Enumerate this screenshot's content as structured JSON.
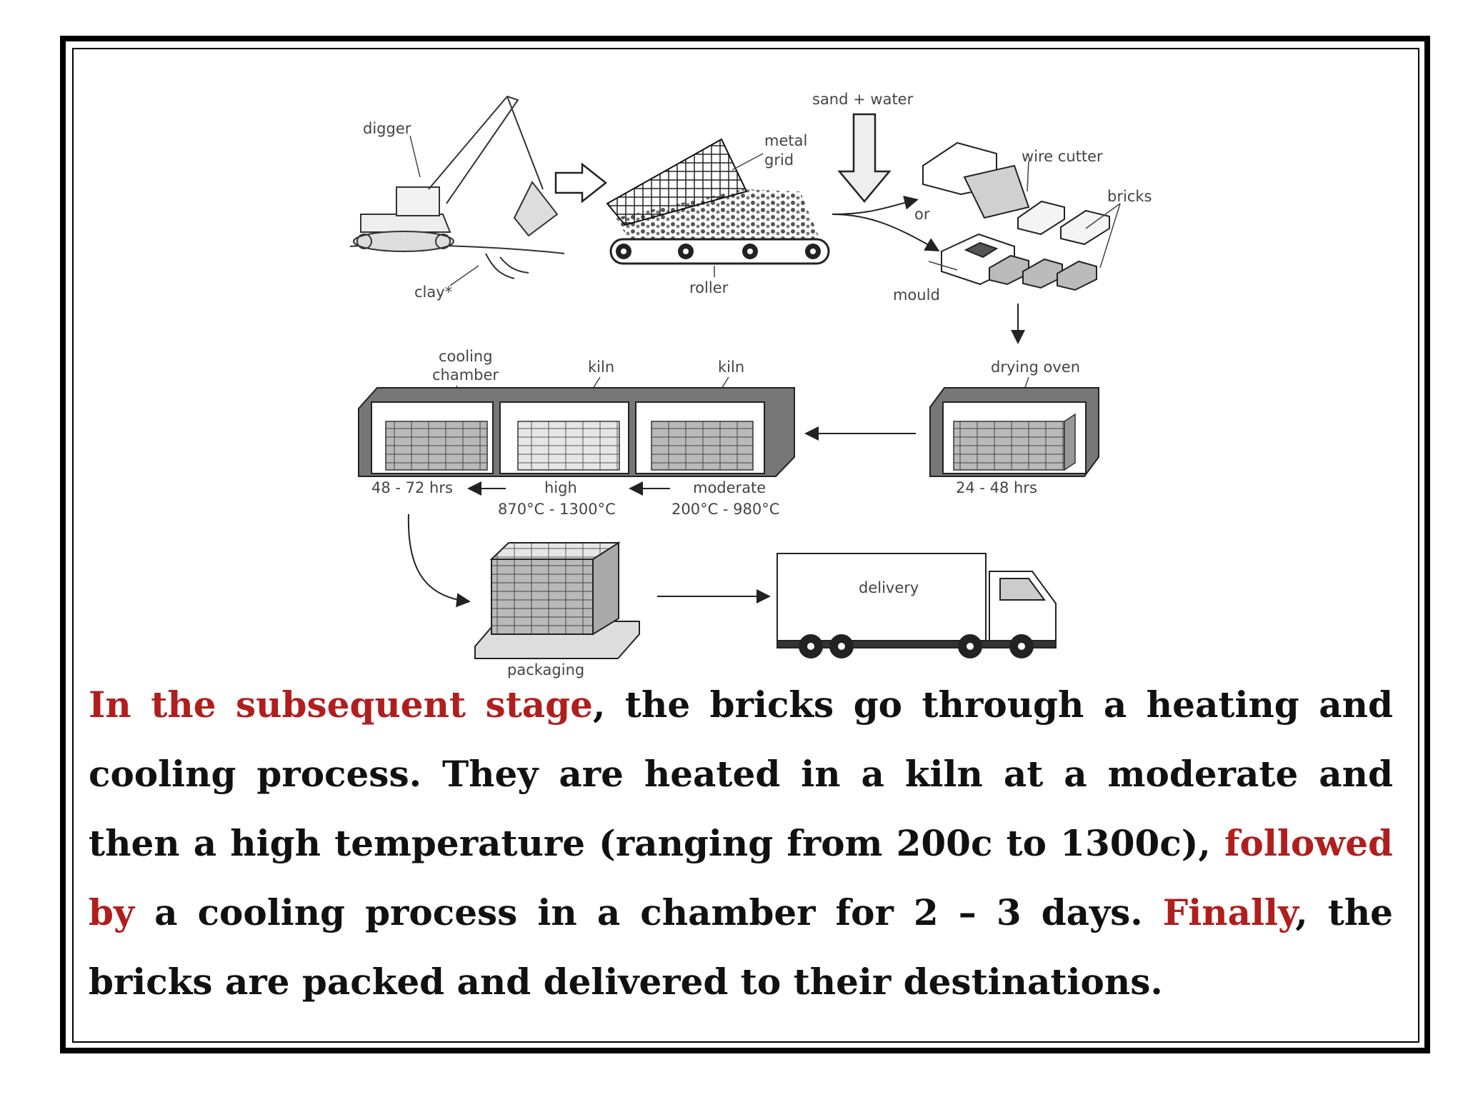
{
  "labels": {
    "digger": "digger",
    "clay": "clay*",
    "metal_grid_line1": "metal",
    "metal_grid_line2": "grid",
    "roller": "roller",
    "sand_water": "sand + water",
    "or": "or",
    "wire_cutter": "wire cutter",
    "bricks": "bricks",
    "mould": "mould",
    "drying_oven": "drying oven",
    "drying_time": "24 - 48 hrs",
    "cooling_chamber_line1": "cooling",
    "cooling_chamber_line2": "chamber",
    "kiln_high": "kiln",
    "kiln_moderate": "kiln",
    "cooling_time": "48 - 72 hrs",
    "high_line1": "high",
    "high_line2": "870°C - 1300°C",
    "moderate_line1": "moderate",
    "moderate_line2": "200°C - 980°C",
    "packaging": "packaging",
    "delivery": "delivery"
  },
  "paragraph": {
    "s1_highlight": "In the subsequent stage",
    "s1_rest": ", the bricks go through a heating and cooling process. They are heated in a kiln at a moderate and then a high temperature (ranging from 200c to 1300c), ",
    "s2_highlight": "followed by",
    "s2_rest": " a cooling process in a chamber for 2 – 3 days. ",
    "s3_highlight": "Finally",
    "s3_rest": ", the bricks are packed and delivered to their destinations."
  },
  "colors": {
    "highlight": "#b01e1e",
    "text": "#111111",
    "frame": "#000000"
  }
}
